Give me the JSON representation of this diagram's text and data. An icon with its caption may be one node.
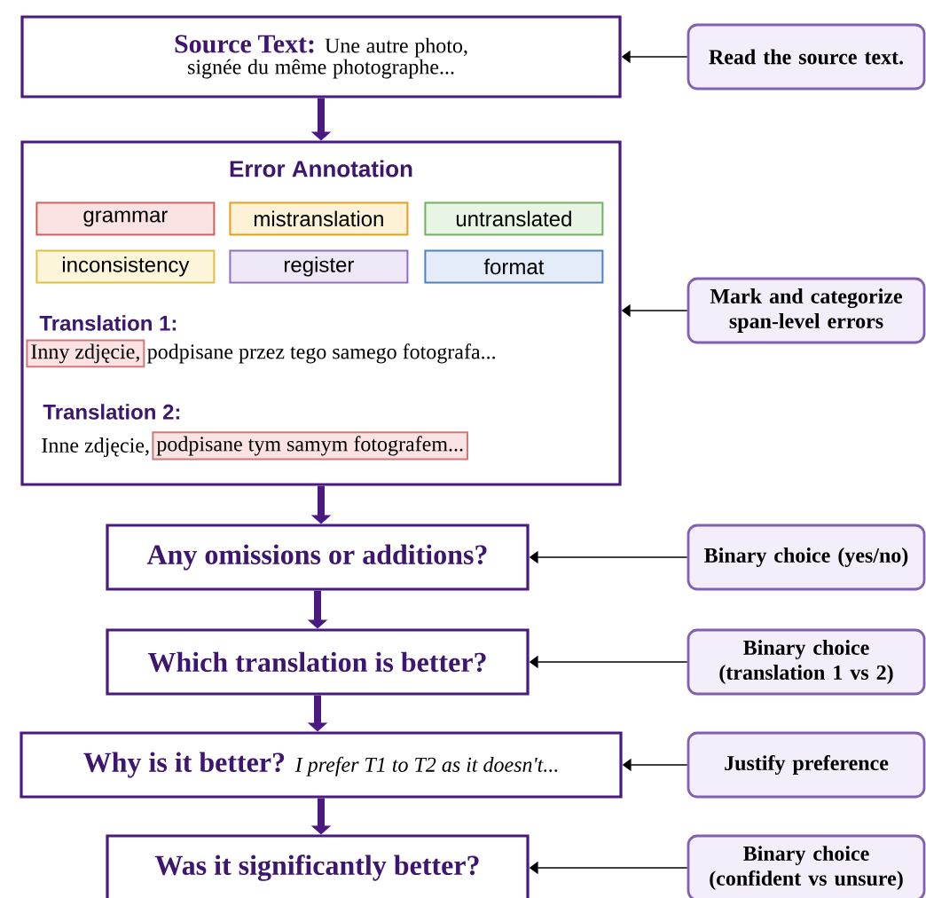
{
  "diagram": {
    "nodes": [
      {
        "text": [
          "Source Text:",
          "Une autre photo, signée du même photographe..."
        ]
      },
      {
        "text": [
          "Error Annotation",
          "Translation 1:",
          "podpisane przez tego samego fotografa...",
          "Translation 2:",
          "Inne zdjęcie,"
        ]
      },
      {
        "text": [
          "grammar"
        ],
        "in": 1
      },
      {
        "text": [
          "mistranslation"
        ],
        "in": 1
      },
      {
        "text": [
          "untranslated"
        ],
        "in": 1
      },
      {
        "text": [
          "inconsistency"
        ],
        "in": 1
      },
      {
        "text": [
          "register"
        ],
        "in": 1
      },
      {
        "text": [
          "format"
        ],
        "in": 1
      },
      {
        "text": [
          "Inny zdjęcie,"
        ],
        "in": 1
      },
      {
        "text": [
          "podpisane tym samym fotografem..."
        ],
        "in": 1
      },
      {
        "text": [
          "Any omissions or additions?"
        ]
      },
      {
        "text": [
          "Which translation is better?"
        ]
      },
      {
        "text": [
          "Why is it better?",
          "I prefer T1 to T2 as it doesn't..."
        ]
      },
      {
        "text": [
          "Was it significantly better?"
        ]
      },
      {
        "text": [
          "Read the source text."
        ]
      },
      {
        "text": [
          "Mark and categorize span-level errors"
        ]
      },
      {
        "text": [
          "Binary choice (yes/no)"
        ]
      },
      {
        "text": [
          "Binary choice (translation 1 vs 2)"
        ]
      },
      {
        "text": [
          "Justify preference"
        ]
      },
      {
        "text": [
          "Binary choice (confident vs unsure)"
        ]
      }
    ],
    "edges": [
      {
        "from": 0,
        "to": 1,
        "arrow": "to",
        "style": "thick",
        "color": "#4b1a80"
      },
      {
        "from": 1,
        "to": 10,
        "arrow": "to",
        "style": "thick",
        "color": "#4b1a80"
      },
      {
        "from": 10,
        "to": 11,
        "arrow": "to",
        "style": "thick",
        "color": "#4b1a80"
      },
      {
        "from": 11,
        "to": 12,
        "arrow": "to",
        "style": "thick",
        "color": "#4b1a80"
      },
      {
        "from": 12,
        "to": 13,
        "arrow": "to",
        "style": "thick",
        "color": "#4b1a80"
      },
      {
        "from": 14,
        "to": 0,
        "arrow": "to"
      },
      {
        "from": 15,
        "to": 1,
        "arrow": "to"
      },
      {
        "from": 16,
        "to": 10,
        "arrow": "to"
      },
      {
        "from": 17,
        "to": 11,
        "arrow": "to"
      },
      {
        "from": 18,
        "to": 12,
        "arrow": "to"
      },
      {
        "from": 19,
        "to": 13,
        "arrow": "to"
      }
    ]
  }
}
